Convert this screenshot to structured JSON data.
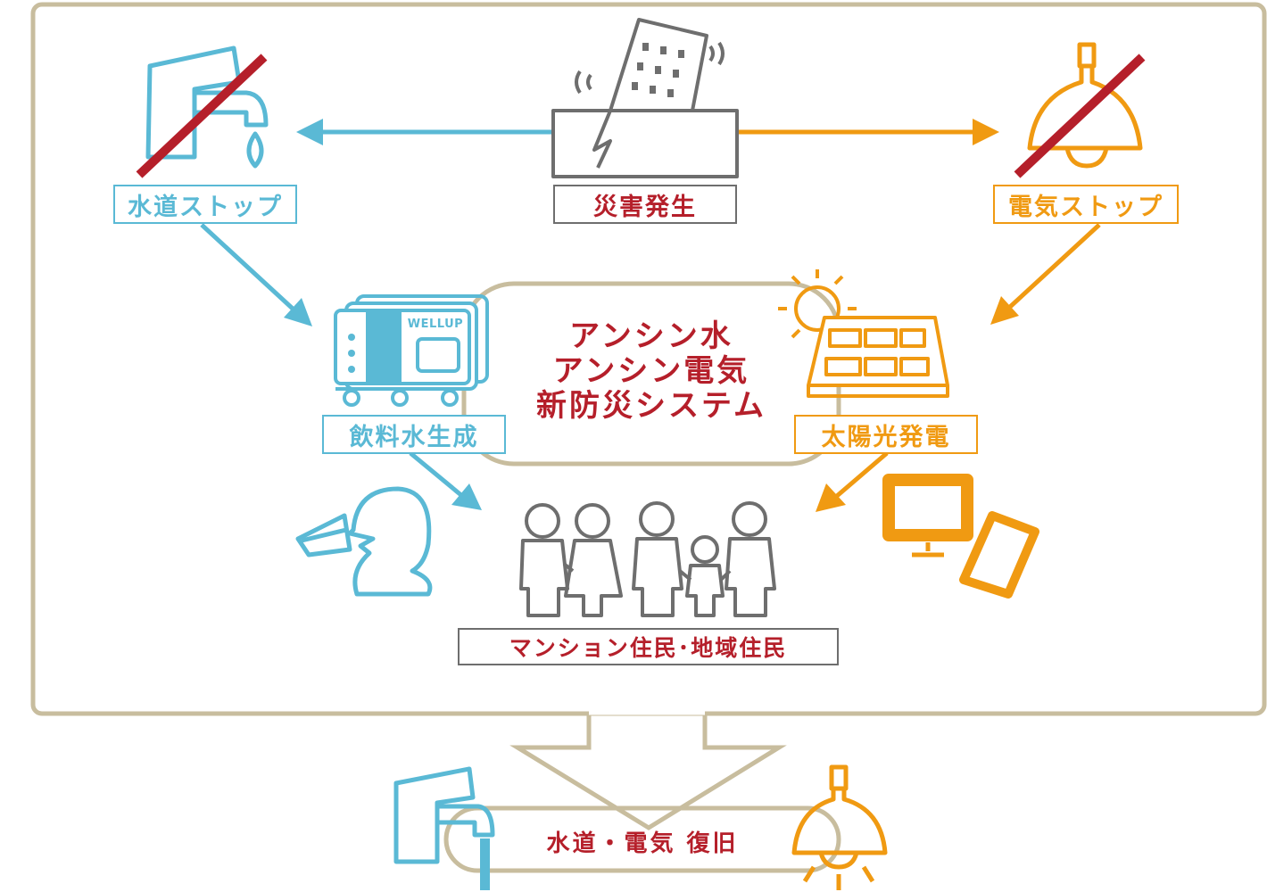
{
  "labels": {
    "water_stop": "水道ストップ",
    "disaster": "災害発生",
    "power_stop": "電気ストップ",
    "drinking_water": "飲料水生成",
    "solar_power": "太陽光発電",
    "residents": "マンション住民･地域住民",
    "recovery": "水道・電気 復旧"
  },
  "center_text": {
    "line1": "アンシン水",
    "line2": "アンシン電気",
    "line3": "新防災システム"
  },
  "machine_label": "WELLUP",
  "icons": {
    "faucet": "faucet-icon",
    "building": "collapsing-building-icon",
    "lamp": "pendant-lamp-icon",
    "generator": "water-generator-icon",
    "solar": "solar-panel-icon",
    "drinker": "person-drinking-icon",
    "family": "family-icon",
    "devices": "monitor-phone-icon"
  },
  "colors": {
    "water": "#5ab9d5",
    "power": "#f09a12",
    "disaster": "#6e6e6e",
    "accent": "#b51f2a",
    "frame": "#c8bd9e"
  }
}
